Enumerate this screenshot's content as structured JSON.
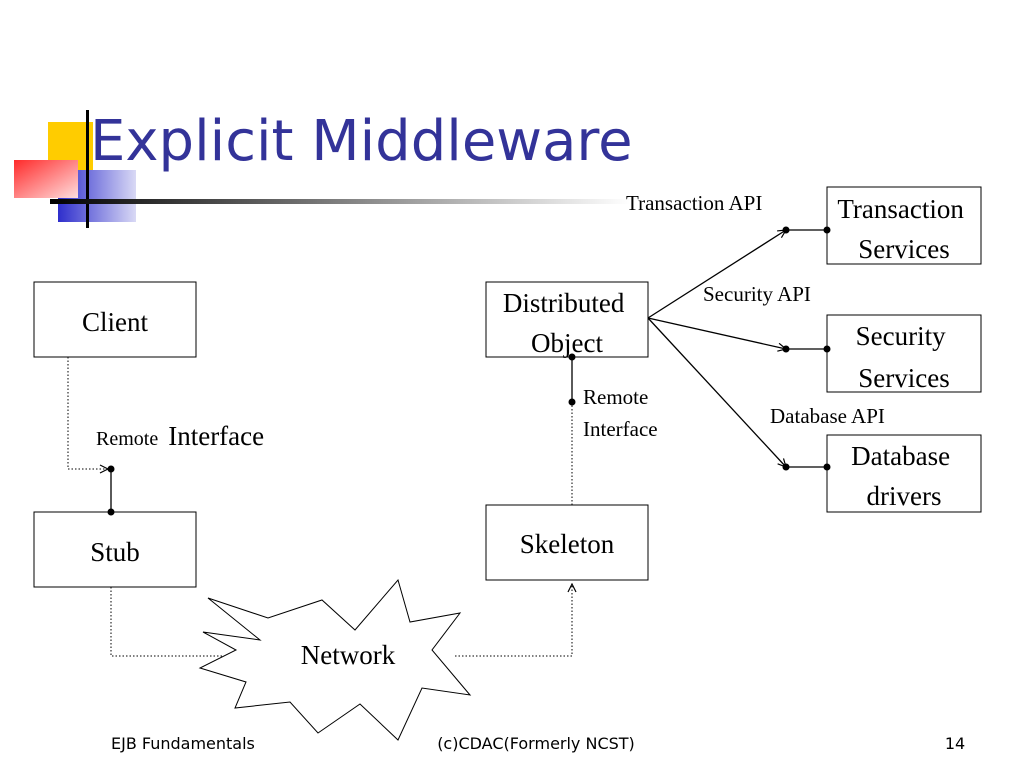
{
  "title": "Explicit Middleware",
  "boxes": {
    "client": "Client",
    "stub": "Stub",
    "distributed_object": [
      "Distributed",
      "Object"
    ],
    "skeleton": "Skeleton",
    "transaction_services": [
      "Transaction",
      "Services"
    ],
    "security_services": [
      "Security",
      "Services"
    ],
    "database_drivers": [
      "Database",
      "drivers"
    ]
  },
  "network_label": "Network",
  "labels": {
    "remote_interface_left_small": "Remote",
    "remote_interface_left_big": "Interface",
    "remote_interface_right": [
      "Remote",
      "Interface"
    ],
    "transaction_api": "Transaction API",
    "security_api": "Security API",
    "database_api": "Database API"
  },
  "footer": {
    "left": "EJB Fundamentals",
    "center": "(c)CDAC(Formerly NCST)",
    "page_number": "14"
  },
  "colors": {
    "title": "#333399",
    "accent_yellow": "#ffcc00",
    "accent_red": "#ff3333",
    "accent_blue": "#3333cc"
  }
}
